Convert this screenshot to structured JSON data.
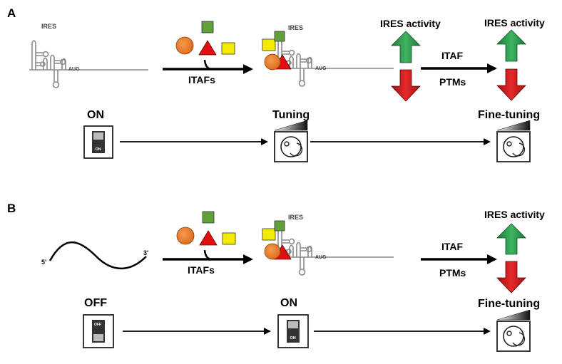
{
  "colors": {
    "green": "#2E9B4E",
    "red": "#D41A1A",
    "orange": "#EE7B28",
    "yellow": "#F4EA00",
    "green_square": "#5FA03A",
    "dark": "#1a1a1a",
    "rna_line": "#888888"
  },
  "panel_a": {
    "letter": "A",
    "ires_label": "IRES",
    "aug_label": "AUG",
    "itafs_label": "ITAFs",
    "ires_activity_1": "IRES activity",
    "ires_activity_2": "IRES activity",
    "itaf_label": "ITAF",
    "ptms_label": "PTMs",
    "state_on": "ON",
    "state_tuning": "Tuning",
    "state_finetuning": "Fine-tuning",
    "switch_on_text": "ON"
  },
  "panel_b": {
    "letter": "B",
    "five_prime": "5'",
    "three_prime": "3'",
    "ires_label": "IRES",
    "aug_label": "AUG",
    "itafs_label": "ITAFs",
    "itaf_label": "ITAF",
    "ptms_label": "PTMs",
    "ires_activity": "IRES activity",
    "state_off": "OFF",
    "state_on": "ON",
    "state_finetuning": "Fine-tuning",
    "switch_off_text": "OFF",
    "switch_on_text": "ON"
  }
}
